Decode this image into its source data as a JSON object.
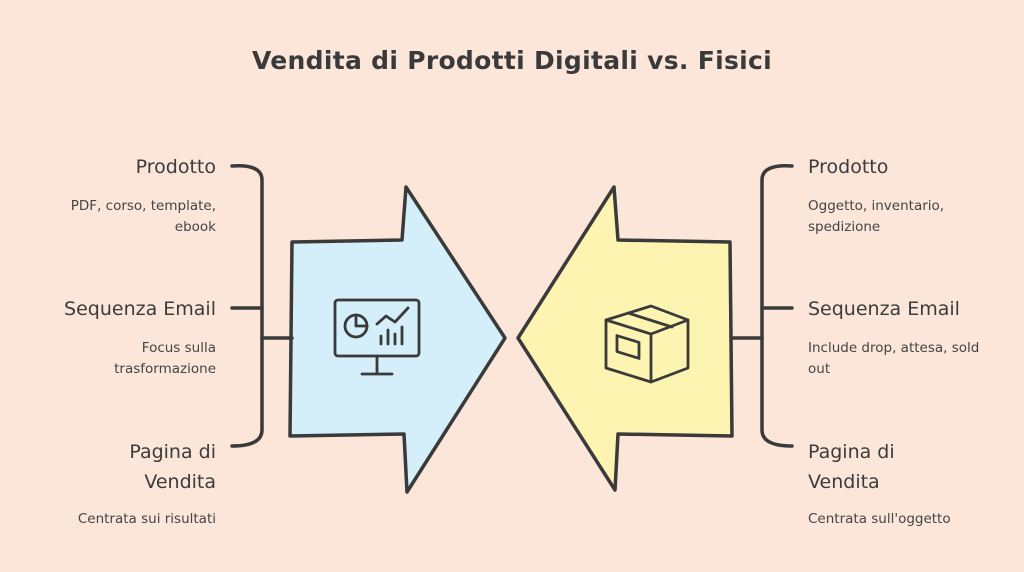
{
  "title": "Vendita di Prodotti Digitali vs. Fisici",
  "left": {
    "color": "#d4effa",
    "icon": "monitor-chart-icon",
    "items": [
      {
        "heading": "Prodotto",
        "desc": "PDF, corso, template, ebook"
      },
      {
        "heading": "Sequenza Email",
        "desc": "Focus sulla trasformazione"
      },
      {
        "heading": "Pagina di Vendita",
        "desc": "Centrata sui risultati"
      }
    ]
  },
  "right": {
    "color": "#fdf4b2",
    "icon": "package-box-icon",
    "items": [
      {
        "heading": "Prodotto",
        "desc": "Oggetto, inventario, spedizione"
      },
      {
        "heading": "Sequenza Email",
        "desc": "Include drop, attesa, sold out"
      },
      {
        "heading": "Pagina di Vendita",
        "desc": "Centrata sull'oggetto"
      }
    ]
  },
  "colors": {
    "background": "#fce6da",
    "stroke": "#3a3a3a"
  }
}
